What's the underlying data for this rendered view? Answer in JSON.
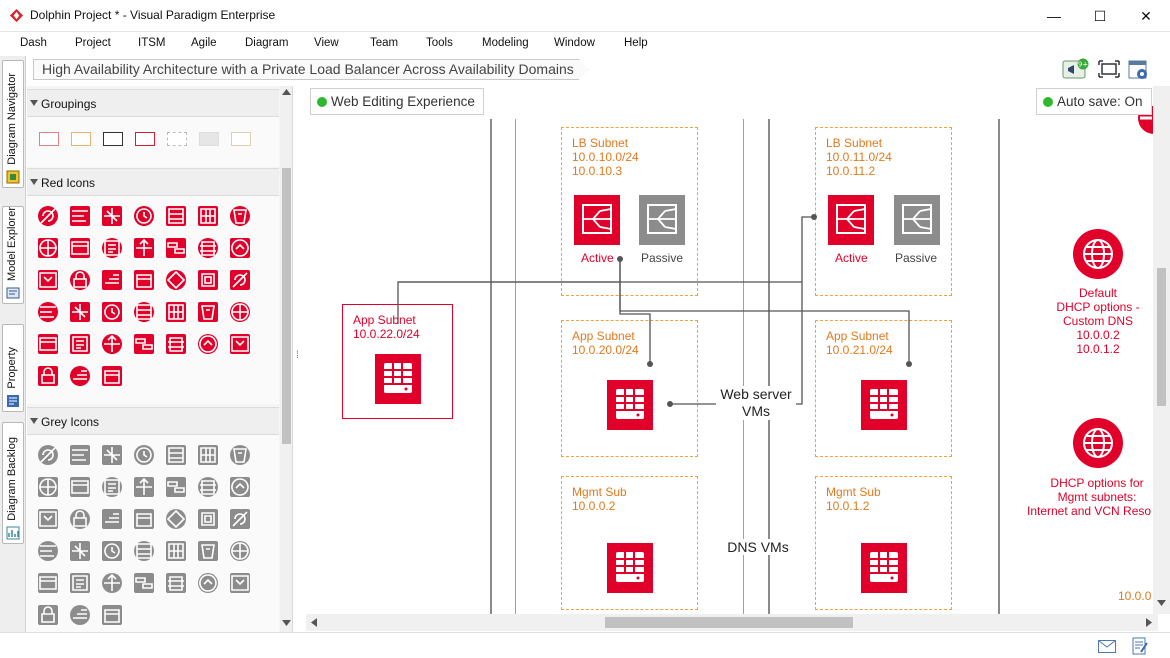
{
  "window": {
    "title": "Dolphin Project * - Visual Paradigm Enterprise",
    "controls": {
      "minimize": "—",
      "maximize": "☐",
      "close": "✕"
    }
  },
  "menu": [
    "Dash",
    "Project",
    "ITSM",
    "Agile",
    "Diagram",
    "View",
    "Team",
    "Tools",
    "Modeling",
    "Window",
    "Help"
  ],
  "breadcrumb": "High Availability Architecture with a Private Load Balancer Across Availability Domains",
  "toolbar": {
    "notification_badge": "9+"
  },
  "side_tabs": [
    "Diagram Navigator",
    "Model Explorer",
    "Property",
    "Diagram Backlog"
  ],
  "palette": {
    "groups": [
      {
        "title": "Groupings"
      },
      {
        "title": "Red Icons"
      },
      {
        "title": "Grey Icons"
      }
    ]
  },
  "canvas": {
    "web_editing": "Web Editing Experience",
    "autosave": "Auto save: On",
    "subnets": {
      "lb1": [
        "LB Subnet",
        "10.0.10.0/24",
        "10.0.10.3"
      ],
      "lb2": [
        "LB Subnet",
        "10.0.11.0/24",
        "10.0.11.2"
      ],
      "app_left": [
        "App Subnet",
        "10.0.22.0/24"
      ],
      "app1": [
        "App Subnet",
        "10.0.20.0/24"
      ],
      "app2": [
        "App Subnet",
        "10.0.21.0/24"
      ],
      "mgmt1": [
        "Mgmt Sub",
        "10.0.0.2"
      ],
      "mgmt2": [
        "Mgmt Sub",
        "10.0.1.2"
      ]
    },
    "lb_active": "Active",
    "lb_passive": "Passive",
    "web_server_label": [
      "Web server",
      "VMs"
    ],
    "dns_label": "DNS VMs",
    "dhcp_default": [
      "Default",
      "DHCP options -",
      "Custom DNS",
      "10.0.0.2",
      "10.0.1.2"
    ],
    "dhcp_mgmt": [
      "DHCP options for",
      "Mgmt subnets:",
      "Internet and VCN Reso"
    ],
    "bottom_right_text": "10.0.0"
  },
  "colors": {
    "accent_red": "#e0002a",
    "subnet_orange": "#f0a040",
    "grey_icon": "#8c8c8c",
    "status_green": "#2eb82e"
  }
}
